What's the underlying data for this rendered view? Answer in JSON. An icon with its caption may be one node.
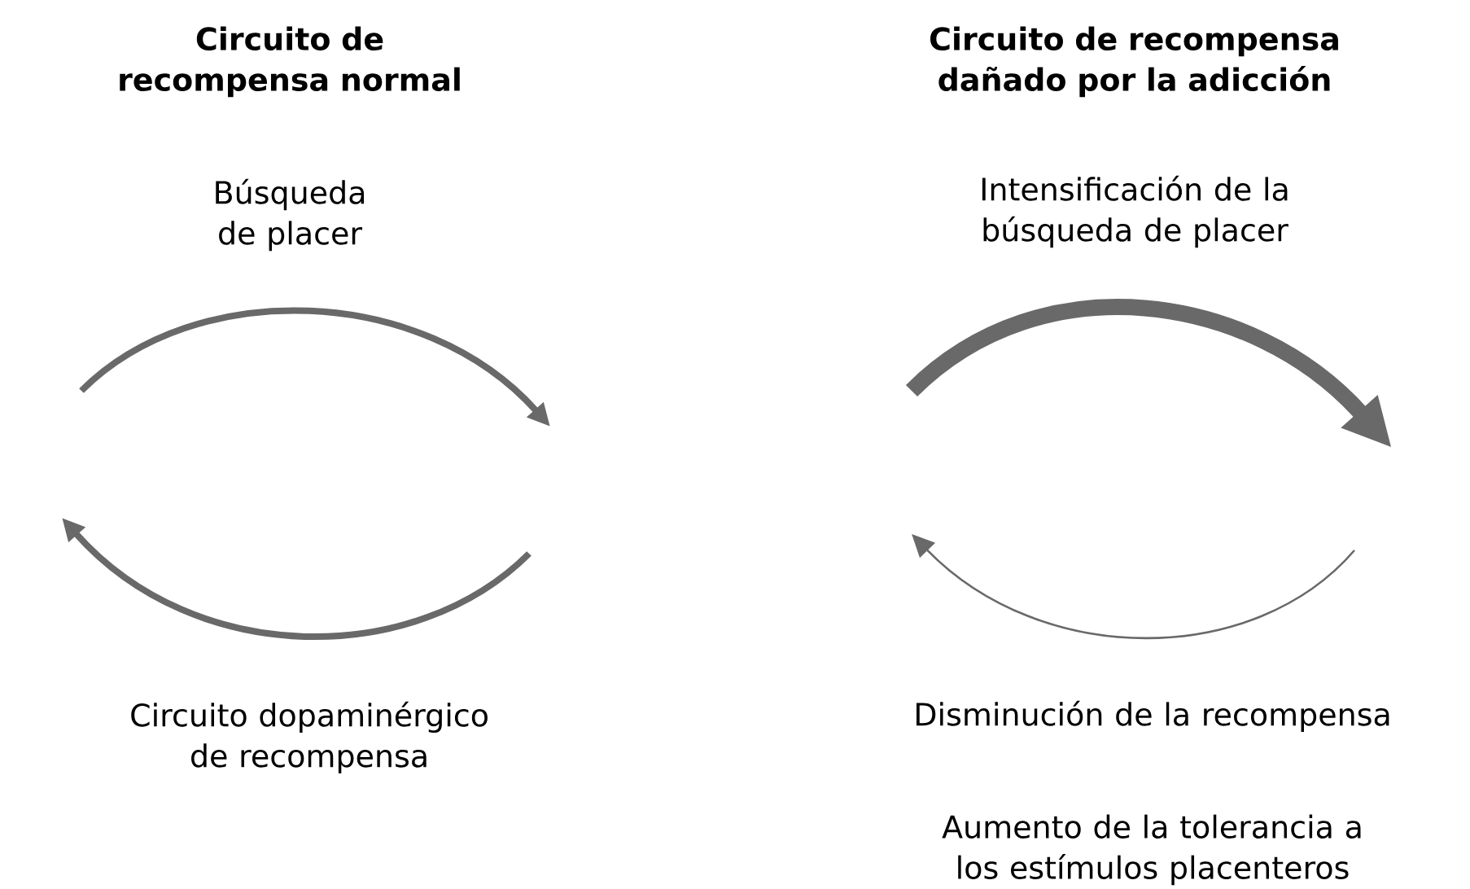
{
  "diagram": {
    "labels": [
      "Circuito de recompensa normal",
      "Circuito de recompensa dañado por la adicción",
      "Búsqueda de placer",
      "Intensificación de la búsqueda de placer",
      "Circuito dopaminérgico de recompensa",
      "Disminución de la recompensa",
      "Aumento de la tolerancia a los estímulos placenteros"
    ]
  }
}
